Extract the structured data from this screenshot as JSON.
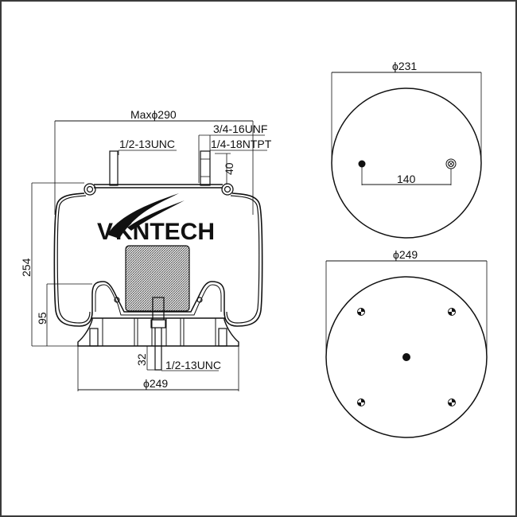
{
  "brand": {
    "logo_text": "KNTECH",
    "logo_prefix_glyph": "V"
  },
  "side_view": {
    "max_diameter": "Maxϕ290",
    "top_thread_left": "1/2-13UNC",
    "top_thread_right": "3/4-16UNF",
    "air_fitting": "1/4-18NTPT",
    "stud_height": "40",
    "total_height": "254",
    "piston_height": "95",
    "bottom_stud_length": "32",
    "bottom_thread": "1/2-13UNC",
    "piston_diameter": "ϕ249"
  },
  "top_plate_view": {
    "diameter": "ϕ231",
    "stud_spacing": "140"
  },
  "bottom_plate_view": {
    "diameter": "ϕ249",
    "bolt_holes": 4
  },
  "colors": {
    "line": "#111111",
    "frame": "#3a3a3a",
    "background": "#ffffff"
  }
}
